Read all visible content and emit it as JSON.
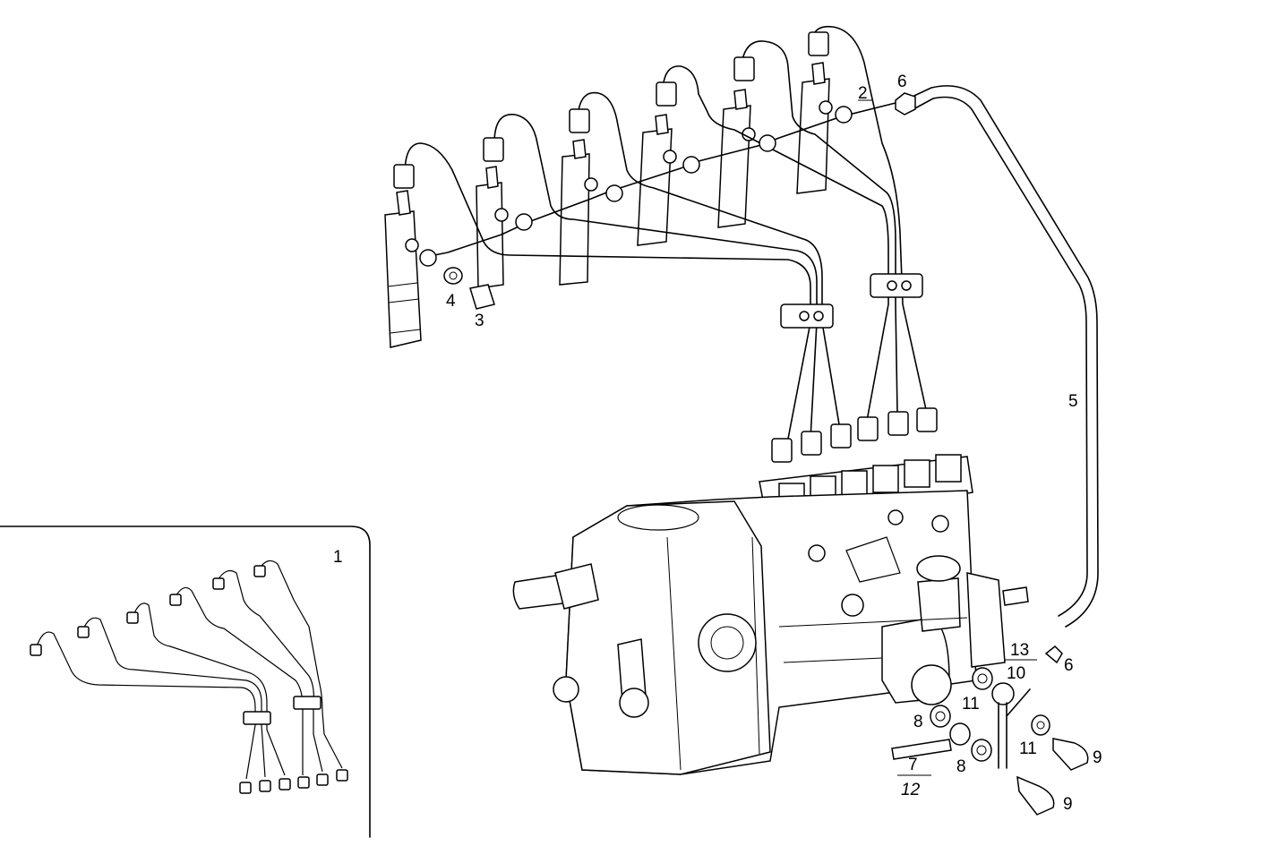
{
  "labels": {
    "inset": "1",
    "pipe_upper": "2",
    "bolt": "3",
    "washer": "4",
    "return_pipe": "5",
    "nut_top": "6",
    "nut_side": "6",
    "bolt_long": "7",
    "washer_a": "8",
    "washer_b": "8",
    "bolt_a": "9",
    "bolt_b": "9",
    "banjo": "10",
    "seal_a": "11",
    "seal_b": "11",
    "bolt_long_alt": "12",
    "cap": "13"
  }
}
